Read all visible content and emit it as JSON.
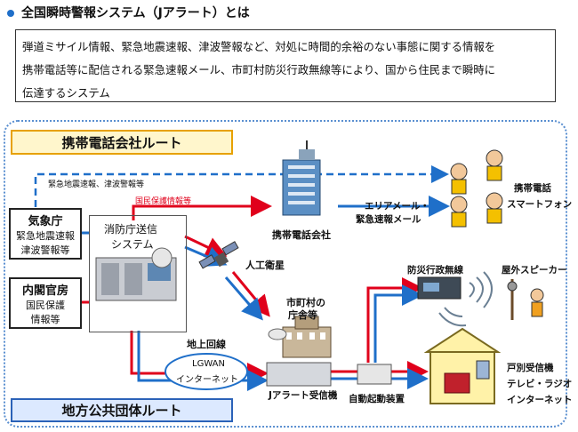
{
  "title": "全国瞬時警報システム（Jアラート）とは",
  "summary_lines": [
    "弾道ミサイル情報、緊急地震速報、津波警報など、対処に時間的余裕のない事態に関する情報を",
    "携帯電話等に配信される緊急速報メール、市町村防災行政無線等により、国から住民まで瞬時に",
    "伝達するシステム"
  ],
  "routes": {
    "carrier": "携帯電話会社ルート",
    "local": "地方公共団体ルート"
  },
  "jma": {
    "name": "気象庁",
    "items": [
      "緊急地震速報",
      "津波警報等"
    ]
  },
  "cabinet": {
    "name": "内閣官房",
    "items": [
      "国民保護",
      "情報等"
    ]
  },
  "fdma": {
    "line1": "消防庁送信",
    "line2": "システム"
  },
  "labels": {
    "quake_tsunami": "緊急地震速報、津波警報等",
    "civil_protection": "国民保護情報等",
    "carrier_company": "携帯電話会社",
    "area_mail_1": "エリアメール・",
    "area_mail_2": "緊急速報メール",
    "mobile_phone": "携帯電話",
    "smartphone": "スマートフォン",
    "satellite": "人工衛星",
    "city_hall_1": "市町村の",
    "city_hall_2": "庁舎等",
    "ground_line": "地上回線",
    "lgwan_1": "LGWAN",
    "lgwan_2": "インターネット",
    "receiver": "Jアラート受信機",
    "auto_start": "自動起動装置",
    "disaster_radio": "防災行政無線",
    "outdoor_speaker": "屋外スピーカー",
    "home_1": "戸別受信機",
    "home_2": "テレビ・ラジオ",
    "home_3": "インターネット"
  },
  "colors": {
    "carrier_route": "#1f6fc9",
    "local_route": "#e0001b",
    "carrier_label_bg": "#fff6cc",
    "local_label_bg": "#dce9ff"
  }
}
